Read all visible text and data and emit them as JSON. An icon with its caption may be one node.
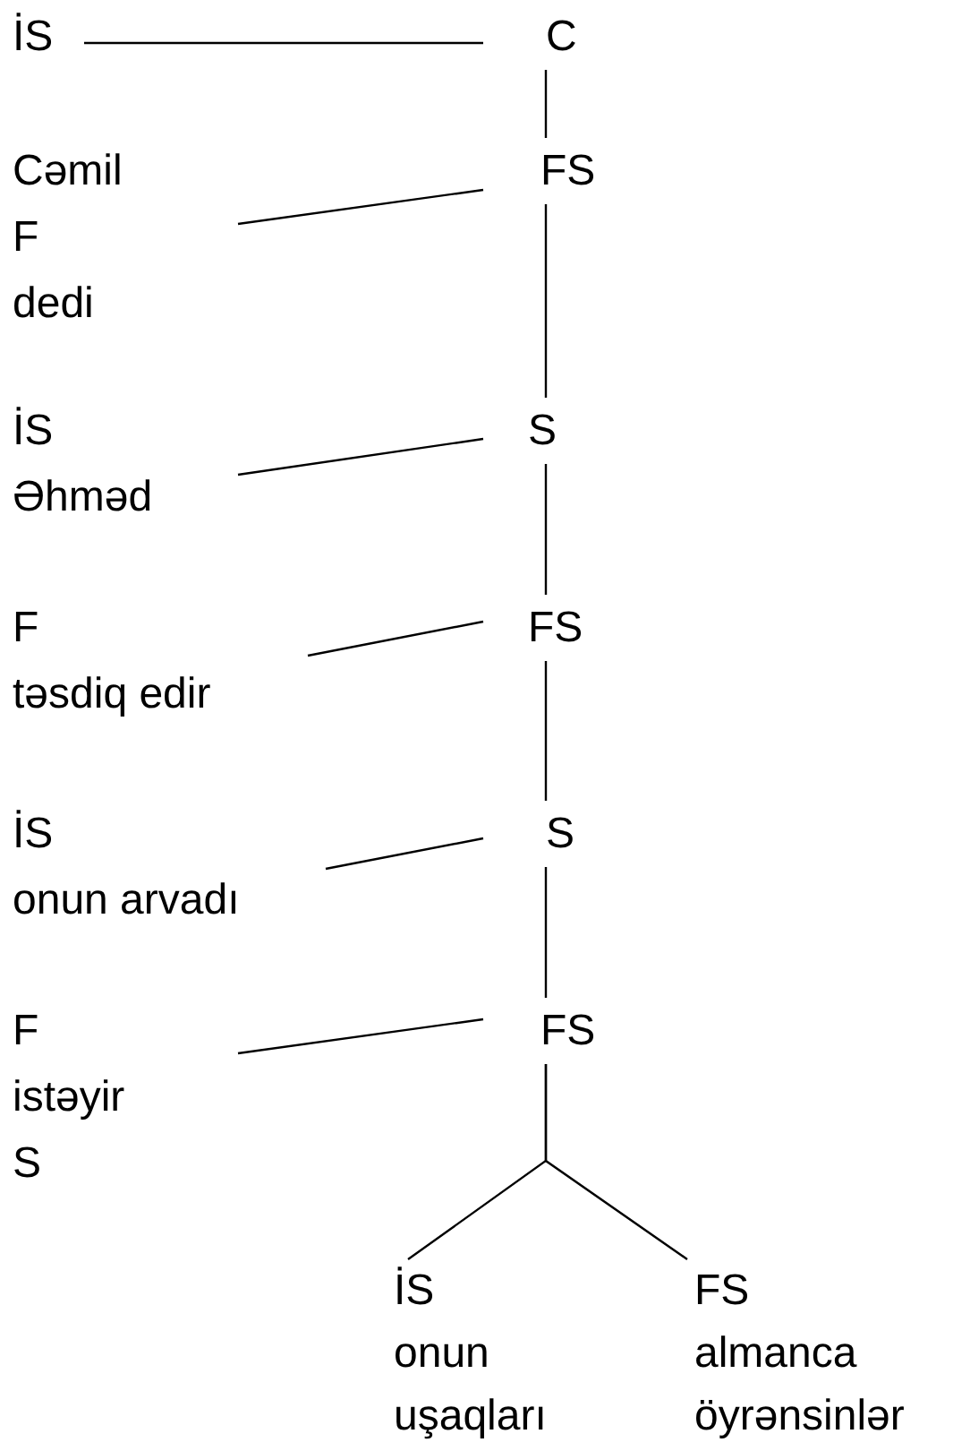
{
  "diagram": {
    "nodes": [
      {
        "text": [
          "C"
        ]
      },
      {
        "text": [
          "İS"
        ]
      },
      {
        "text": [
          "FS"
        ]
      },
      {
        "text": [
          "Cəmil",
          "F",
          "dedi"
        ]
      },
      {
        "text": [
          "S"
        ]
      },
      {
        "text": [
          "İS",
          "Əhməd"
        ]
      },
      {
        "text": [
          "FS"
        ]
      },
      {
        "text": [
          "F",
          "təsdiq edir"
        ]
      },
      {
        "text": [
          "S"
        ]
      },
      {
        "text": [
          "İS",
          "onun arvadı"
        ]
      },
      {
        "text": [
          "FS"
        ]
      },
      {
        "text": [
          "F",
          "istəyir",
          "S"
        ]
      },
      {
        "text": [
          "İS",
          "onun uşaqları"
        ]
      },
      {
        "text": [
          "FS",
          "almanca öyrənsinlər"
        ]
      }
    ],
    "edges": [
      {
        "from": 0,
        "to": 1,
        "arrow": "none"
      },
      {
        "from": 0,
        "to": 2,
        "arrow": "none"
      },
      {
        "from": 2,
        "to": 3,
        "arrow": "none"
      },
      {
        "from": 2,
        "to": 4,
        "arrow": "none"
      },
      {
        "from": 4,
        "to": 5,
        "arrow": "none"
      },
      {
        "from": 4,
        "to": 6,
        "arrow": "none"
      },
      {
        "from": 6,
        "to": 7,
        "arrow": "none"
      },
      {
        "from": 6,
        "to": 8,
        "arrow": "none"
      },
      {
        "from": 8,
        "to": 9,
        "arrow": "none"
      },
      {
        "from": 8,
        "to": 10,
        "arrow": "none"
      },
      {
        "from": 10,
        "to": 11,
        "arrow": "none"
      },
      {
        "from": 10,
        "to": 12,
        "arrow": "none"
      },
      {
        "from": 10,
        "to": 13,
        "arrow": "none"
      }
    ]
  }
}
